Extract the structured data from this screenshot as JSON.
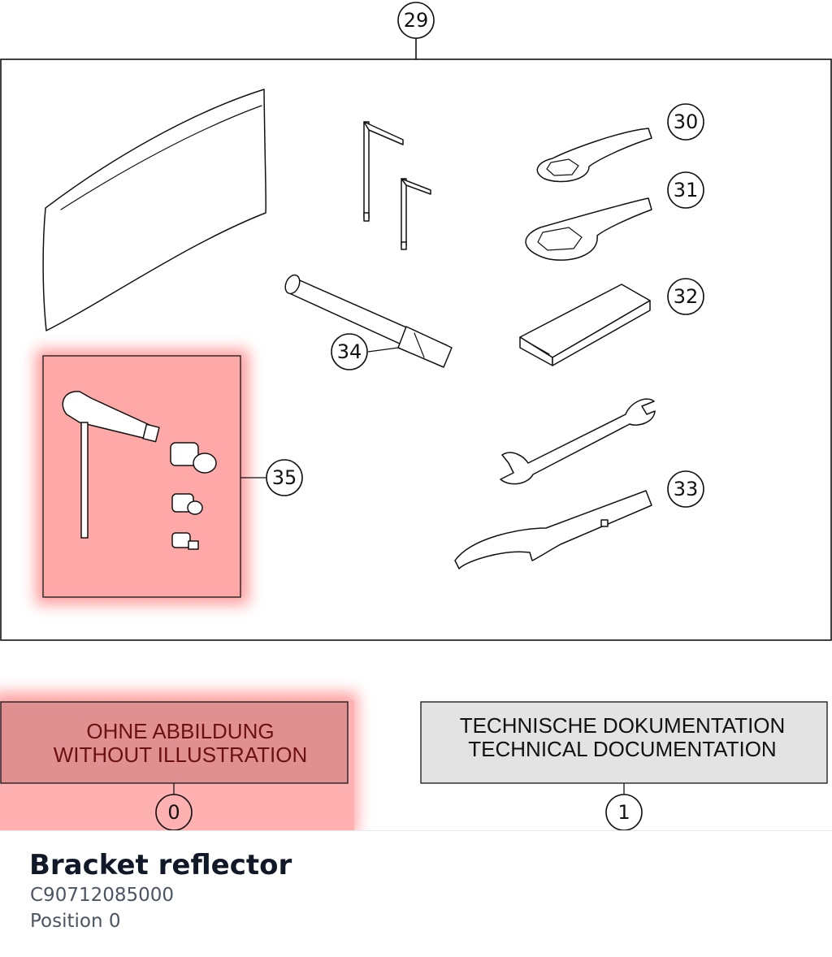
{
  "diagram": {
    "kit_label": "29",
    "callouts": {
      "c30": "30",
      "c31": "31",
      "c32": "32",
      "c33": "33",
      "c34": "34",
      "c35": "35",
      "c0": "0",
      "c1": "1"
    },
    "highlight_color": "#ff9a9a",
    "without_illustration_box": {
      "line1": "OHNE ABBILDUNG",
      "line2": "WITHOUT ILLUSTRATION"
    },
    "technical_documentation_box": {
      "line1": "TECHNISCHE DOKUMENTATION",
      "line2": "TECHNICAL DOCUMENTATION"
    }
  },
  "part": {
    "title": "Bracket reflector",
    "number": "C90712085000",
    "position": "Position 0"
  }
}
